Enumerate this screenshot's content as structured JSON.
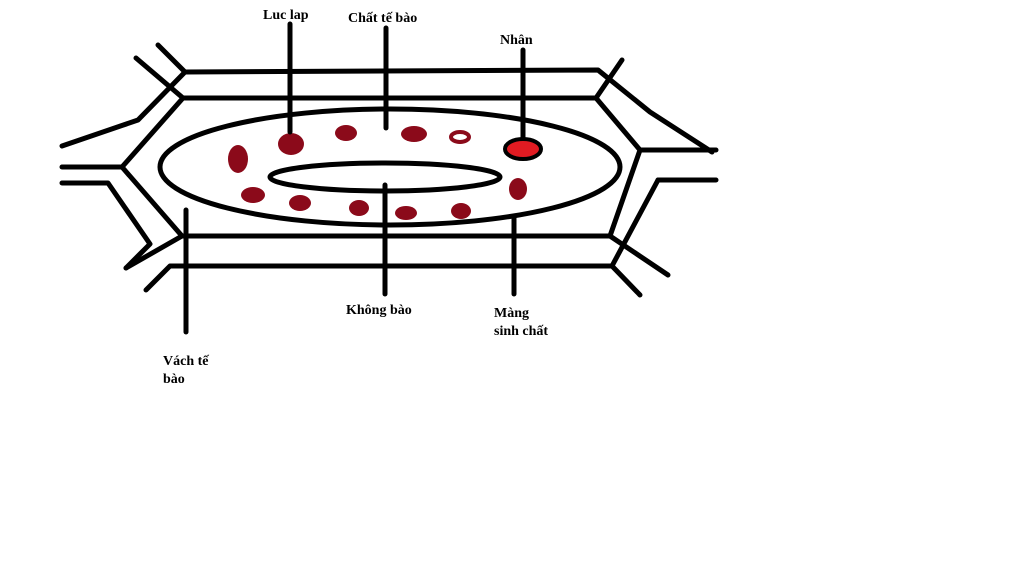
{
  "labels": {
    "luc_lap": "Luc lap",
    "chat_te_bao": "Chất tế bào",
    "nhan": "Nhân",
    "khong_bao": "Không bào",
    "mang_line1": "Màng",
    "mang_line2": "sinh chất",
    "vach_line1": "Vách tế",
    "vach_line2": "bào"
  },
  "colors": {
    "stroke": "#000000",
    "chloroplast": "#8b0a1a",
    "nucleus": "#e11b22",
    "background": "#ffffff"
  }
}
